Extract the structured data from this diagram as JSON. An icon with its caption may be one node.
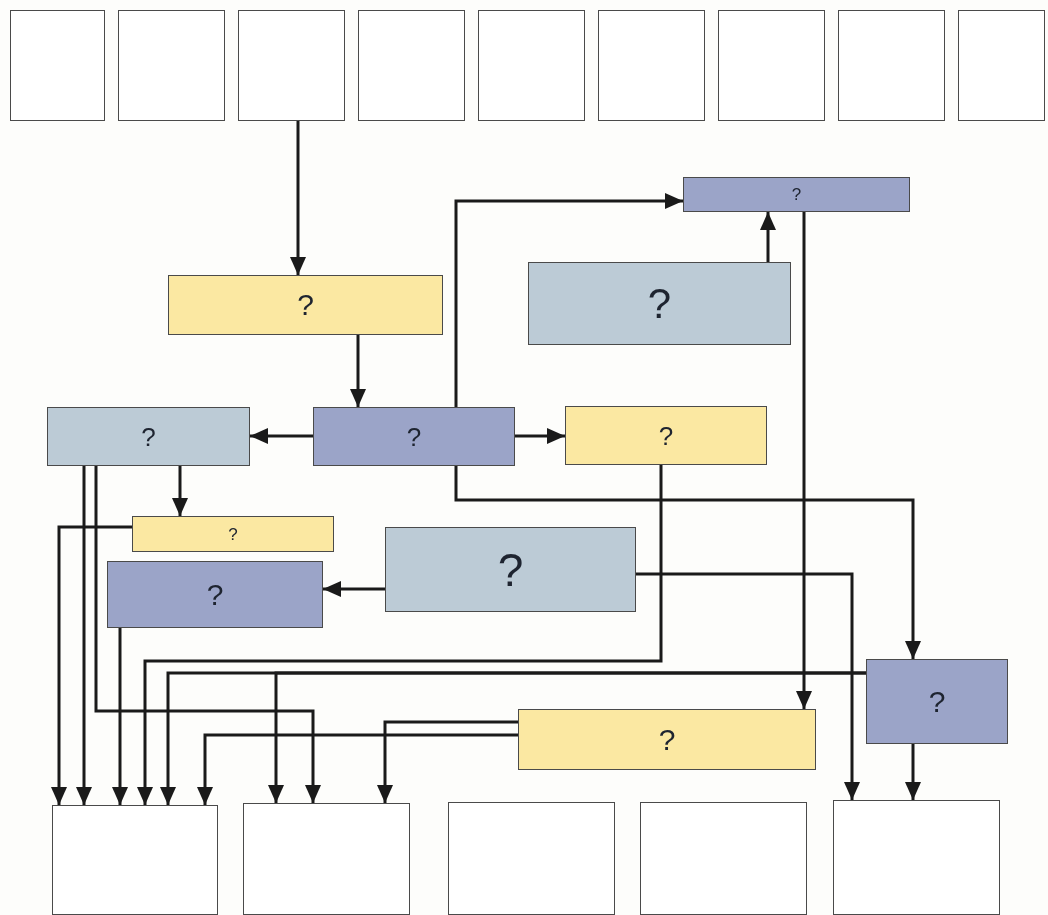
{
  "diagram": {
    "nodes": [
      {
        "text": [],
        "shape": "box"
      },
      {
        "text": [],
        "shape": "box"
      },
      {
        "text": [],
        "shape": "box"
      },
      {
        "text": [],
        "shape": "box"
      },
      {
        "text": [],
        "shape": "box"
      },
      {
        "text": [],
        "shape": "box"
      },
      {
        "text": [],
        "shape": "box"
      },
      {
        "text": [],
        "shape": "box"
      },
      {
        "text": [],
        "shape": "box"
      },
      {
        "text": [
          "?"
        ]
      },
      {
        "text": [
          "?"
        ]
      },
      {
        "text": [
          "?"
        ]
      },
      {
        "text": [
          "?"
        ]
      },
      {
        "text": [
          "?"
        ]
      },
      {
        "text": [
          "?"
        ]
      },
      {
        "text": [
          "?"
        ]
      },
      {
        "text": [
          "?"
        ]
      },
      {
        "text": [
          "?"
        ]
      },
      {
        "text": [
          "?"
        ]
      },
      {
        "text": [
          "?"
        ]
      },
      {
        "text": [],
        "shape": "box"
      },
      {
        "text": [],
        "shape": "box"
      },
      {
        "text": [],
        "shape": "box"
      },
      {
        "text": [],
        "shape": "box"
      },
      {
        "text": [],
        "shape": "box"
      }
    ],
    "edges": [
      {
        "from": 2,
        "to": 9,
        "arrow": "to"
      },
      {
        "from": 9,
        "to": 13,
        "arrow": "to"
      },
      {
        "from": 13,
        "to": 12,
        "arrow": "to"
      },
      {
        "from": 13,
        "to": 14,
        "arrow": "to"
      },
      {
        "from": 13,
        "to": 10,
        "arrow": "to"
      },
      {
        "from": 11,
        "to": 10,
        "arrow": "to"
      },
      {
        "from": 10,
        "to": 19,
        "arrow": "to"
      },
      {
        "from": 13,
        "to": 18,
        "arrow": "to"
      },
      {
        "from": 12,
        "to": 15,
        "arrow": "to"
      },
      {
        "from": 15,
        "to": 20,
        "arrow": "to"
      },
      {
        "from": 12,
        "to": 20,
        "arrow": "to"
      },
      {
        "from": 12,
        "to": 21,
        "arrow": "to"
      },
      {
        "from": 16,
        "to": 20,
        "arrow": "to"
      },
      {
        "from": 14,
        "to": 20,
        "arrow": "to"
      },
      {
        "from": 18,
        "to": 20,
        "arrow": "to"
      },
      {
        "from": 18,
        "to": 21,
        "arrow": "to"
      },
      {
        "from": 17,
        "to": 16,
        "arrow": "to"
      },
      {
        "from": 17,
        "to": 24,
        "arrow": "to"
      },
      {
        "from": 18,
        "to": 24,
        "arrow": "to"
      },
      {
        "from": 19,
        "to": 21,
        "arrow": "to"
      },
      {
        "from": 19,
        "to": 20,
        "arrow": "to"
      }
    ]
  }
}
